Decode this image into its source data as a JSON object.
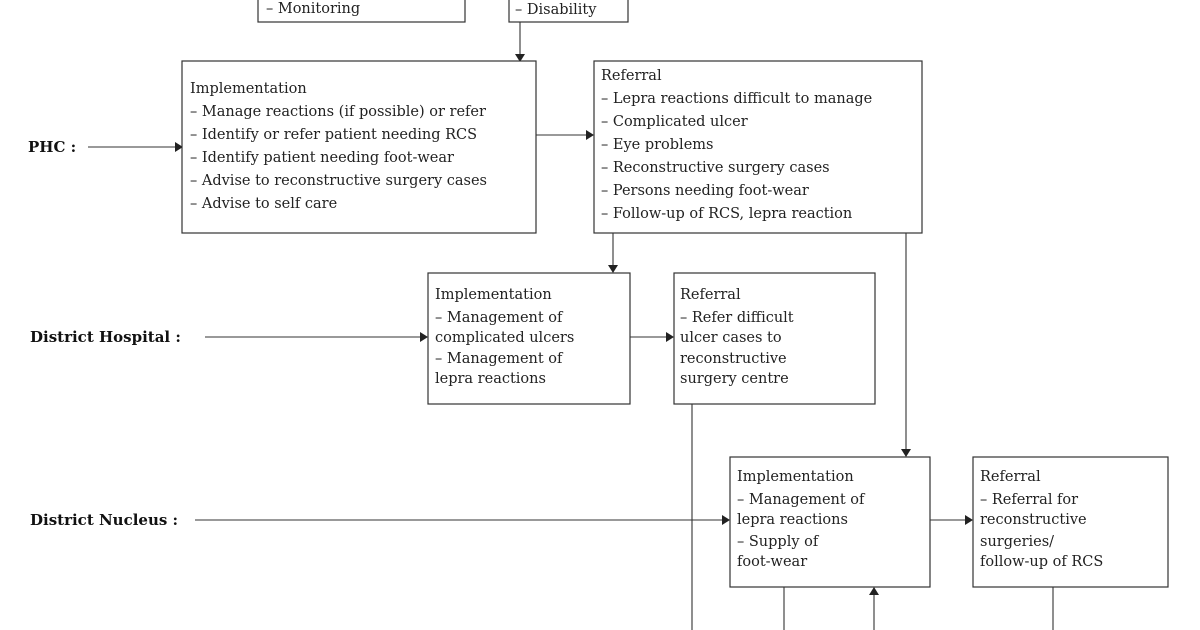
{
  "top": {
    "left_box": [
      "–  Monitoring"
    ],
    "right_box": [
      "–  Disability"
    ]
  },
  "levels": {
    "phc": {
      "label": "PHC :",
      "implementation": {
        "title": "Implementation",
        "items": [
          "–  Manage reactions (if possible) or refer",
          "–  Identify or refer patient needing RCS",
          "–  Identify patient needing foot-wear",
          "–  Advise to reconstructive surgery cases",
          "–  Advise to self care"
        ]
      },
      "referral": {
        "title": "Referral",
        "items": [
          "–  Lepra reactions difficult to manage",
          "–  Complicated ulcer",
          "–  Eye problems",
          "–  Reconstructive surgery cases",
          "–  Persons needing foot-wear",
          "–  Follow-up of RCS, lepra reaction"
        ]
      }
    },
    "district_hospital": {
      "label": "District Hospital :",
      "implementation": {
        "title": "Implementation",
        "items": [
          "–  Management of",
          "    complicated ulcers",
          "–  Management of",
          "    lepra reactions"
        ]
      },
      "referral": {
        "title": "Referral",
        "items": [
          "–  Refer difficult",
          "    ulcer cases to",
          "    reconstructive",
          "    surgery centre"
        ]
      }
    },
    "district_nucleus": {
      "label": "District Nucleus :",
      "implementation": {
        "title": "Implementation",
        "items": [
          "–  Management of",
          "    lepra reactions",
          "–  Supply of",
          "    foot-wear"
        ]
      },
      "referral": {
        "title": "Referral",
        "items": [
          "–  Referral for",
          "    reconstructive",
          "    surgeries/",
          "    follow-up of RCS"
        ]
      }
    }
  }
}
